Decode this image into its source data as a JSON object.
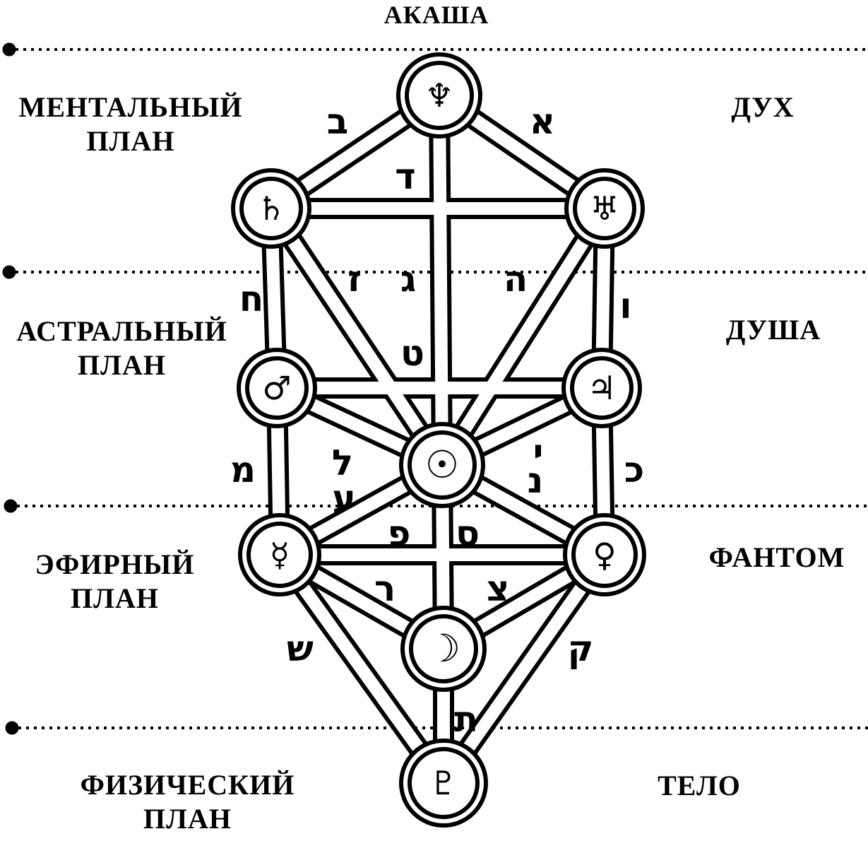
{
  "top_label": "АКАША",
  "planes": [
    {
      "id": "mental",
      "line1": "МЕНТАЛЬНЫЙ",
      "line2": "ПЛАН",
      "right": "ДУХ"
    },
    {
      "id": "astral",
      "line1": "АСТРАЛЬНЫЙ",
      "line2": "ПЛАН",
      "right": "ДУША"
    },
    {
      "id": "etheric",
      "line1": "ЭФИРНЫЙ",
      "line2": "ПЛАН",
      "right": "ФАНТОМ"
    },
    {
      "id": "physical",
      "line1": "ФИЗИЧЕСКИЙ",
      "line2": "ПЛАН",
      "right": "ТЕЛО"
    }
  ],
  "sephirot": [
    {
      "name": "neptune-symbol",
      "symbol": "♆"
    },
    {
      "name": "saturn-symbol",
      "symbol": "♄"
    },
    {
      "name": "uranus-symbol",
      "symbol": "♅"
    },
    {
      "name": "mars-symbol",
      "symbol": "♂"
    },
    {
      "name": "jupiter-symbol",
      "symbol": "♃"
    },
    {
      "name": "sun-symbol",
      "symbol": "☉"
    },
    {
      "name": "mercury-symbol",
      "symbol": "☿"
    },
    {
      "name": "venus-symbol",
      "symbol": "♀"
    },
    {
      "name": "moon-symbol",
      "symbol": "☽"
    },
    {
      "name": "pluto-symbol",
      "symbol": "♇"
    }
  ],
  "hebrew_letters": {
    "aleph": "א",
    "beth": "ב",
    "gimel": "ג",
    "daleth": "ד",
    "he": "ה",
    "vav": "ו",
    "zayin": "ז",
    "cheth": "ח",
    "teth": "ט",
    "yod": "י",
    "kaph": "כ",
    "lamed": "ל",
    "mem": "מ",
    "nun": "נ",
    "samekh": "ס",
    "ayin": "ע",
    "pe": "פ",
    "tsadi": "צ",
    "qoph": "ק",
    "resh": "ר",
    "shin": "ש",
    "tav": "ת"
  }
}
